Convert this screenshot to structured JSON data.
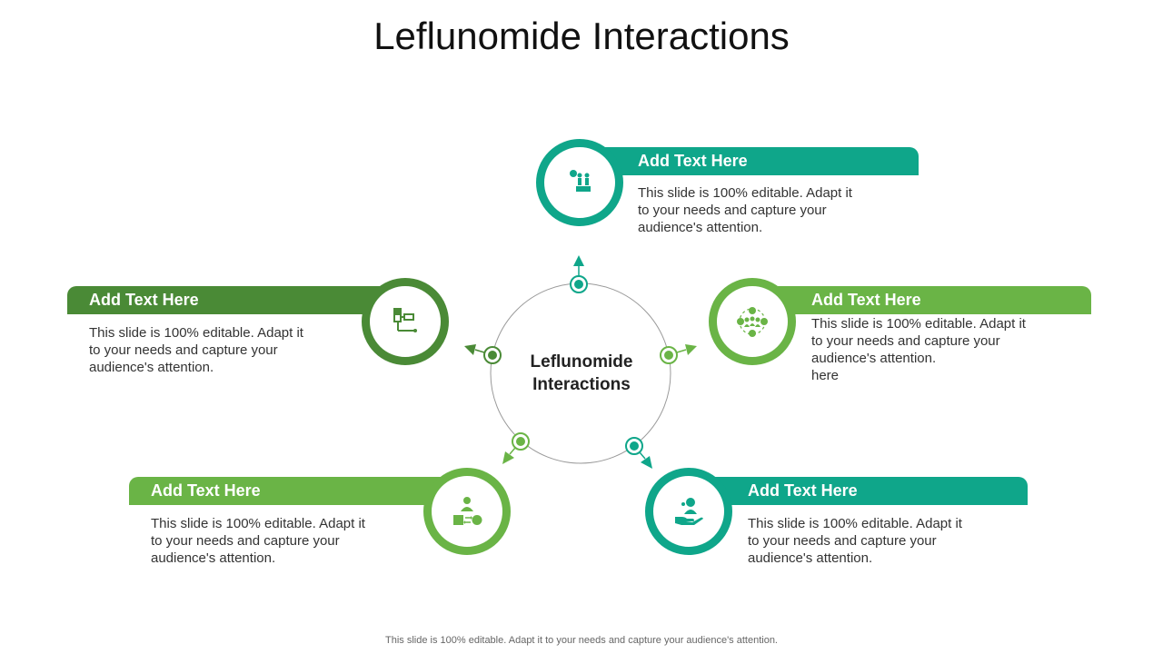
{
  "title": "Leflunomide Interactions",
  "center_label_line1": "Leflunomide",
  "center_label_line2": "Interactions",
  "footer": "This slide is 100% editable. Adapt it to your needs and capture your audience's attention.",
  "colors": {
    "teal": "#0fa68a",
    "dark_green": "#4a8a36",
    "light_green": "#6ab446"
  },
  "items": [
    {
      "heading": "Add Text Here",
      "lines": [
        "This slide is 100% editable. Adapt it",
        "to your needs and capture your",
        "audience's attention."
      ],
      "icon": "people-podium-icon"
    },
    {
      "heading": "Add Text Here",
      "lines": [
        "This slide is 100% editable. Adapt it",
        "to your needs and capture your",
        "audience's attention."
      ],
      "icon": "workflow-icon"
    },
    {
      "heading": "Add Text Here",
      "lines": [
        "This slide is 100% editable. Adapt it",
        "to your needs and capture your",
        "audience's attention.",
        "here"
      ],
      "icon": "team-network-icon"
    },
    {
      "heading": "Add Text Here",
      "lines": [
        "This slide is 100% editable. Adapt it",
        "to your needs and capture your",
        "audience's attention."
      ],
      "icon": "person-exchange-icon"
    },
    {
      "heading": "Add Text Here",
      "lines": [
        "This slide is 100% editable. Adapt it",
        "to your needs and capture your",
        "audience's attention."
      ],
      "icon": "hand-person-icon"
    }
  ]
}
